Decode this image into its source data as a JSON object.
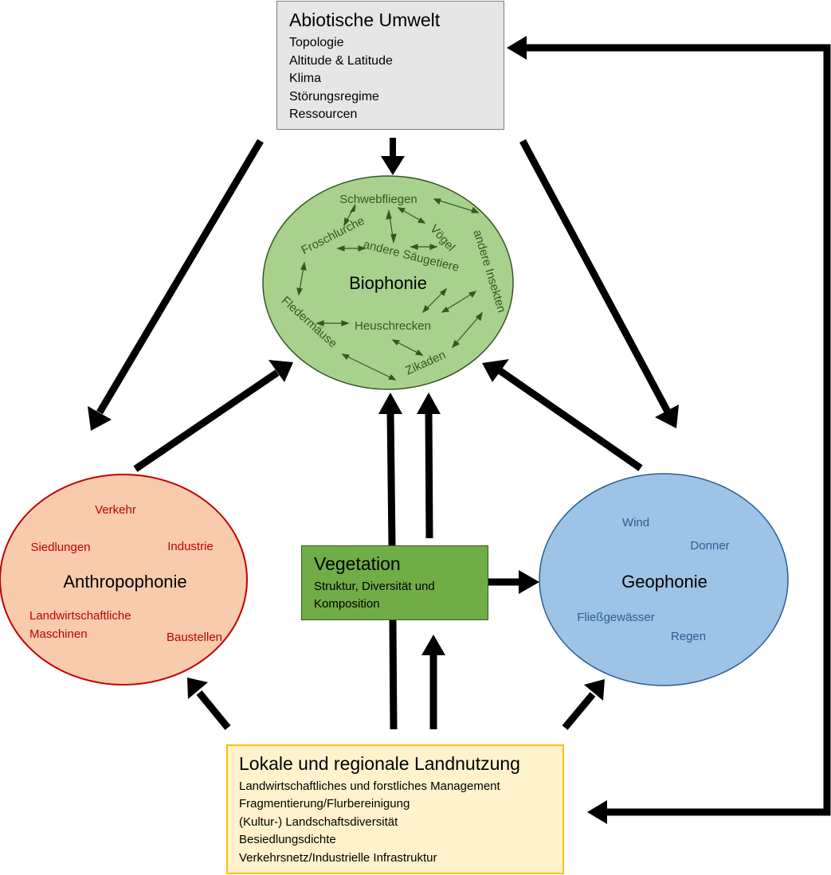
{
  "abiotic": {
    "title": "Abiotische Umwelt",
    "items": [
      "Topologie",
      "Altitude & Latitude",
      "Klima",
      "Störungsregime",
      "Ressourcen"
    ]
  },
  "biophony": {
    "title": "Biophonie",
    "species": [
      "Schwebfliegen",
      "Froschlurche",
      "Vögel",
      "andere Säugetiere",
      "andere Insekten",
      "Fledermäuse",
      "Heuschrecken",
      "Zikaden"
    ]
  },
  "anthropophony": {
    "title": "Anthropophonie",
    "sources": [
      "Verkehr",
      "Siedlungen",
      "Industrie",
      "Landwirtschaftliche",
      "Maschinen",
      "Baustellen"
    ]
  },
  "geophony": {
    "title": "Geophonie",
    "sources": [
      "Wind",
      "Donner",
      "Fließgewässer",
      "Regen"
    ]
  },
  "vegetation": {
    "title": "Vegetation",
    "lines": [
      "Struktur, Diversität und",
      "Komposition"
    ]
  },
  "landuse": {
    "title": "Lokale und regionale Landnutzung",
    "items": [
      "Landwirtschaftliches und forstliches Management",
      "Fragmentierung/Flurbereinigung",
      "(Kultur-) Landschaftsdiversität",
      "Besiedlungsdichte",
      "Verkehrsnetz/Industrielle Infrastruktur"
    ]
  },
  "colors": {
    "abiotic_fill": "#e6e6e6",
    "biophony_fill": "#a9d18e",
    "biophony_text": "#375623",
    "anthropophony_fill": "#f8cbad",
    "anthropophony_stroke": "#c00000",
    "geophony_fill": "#9dc3e6",
    "geophony_stroke": "#2e5d8e",
    "vegetation_fill": "#70ad47",
    "landuse_fill": "#fff2cc",
    "landuse_stroke": "#ffc000"
  }
}
